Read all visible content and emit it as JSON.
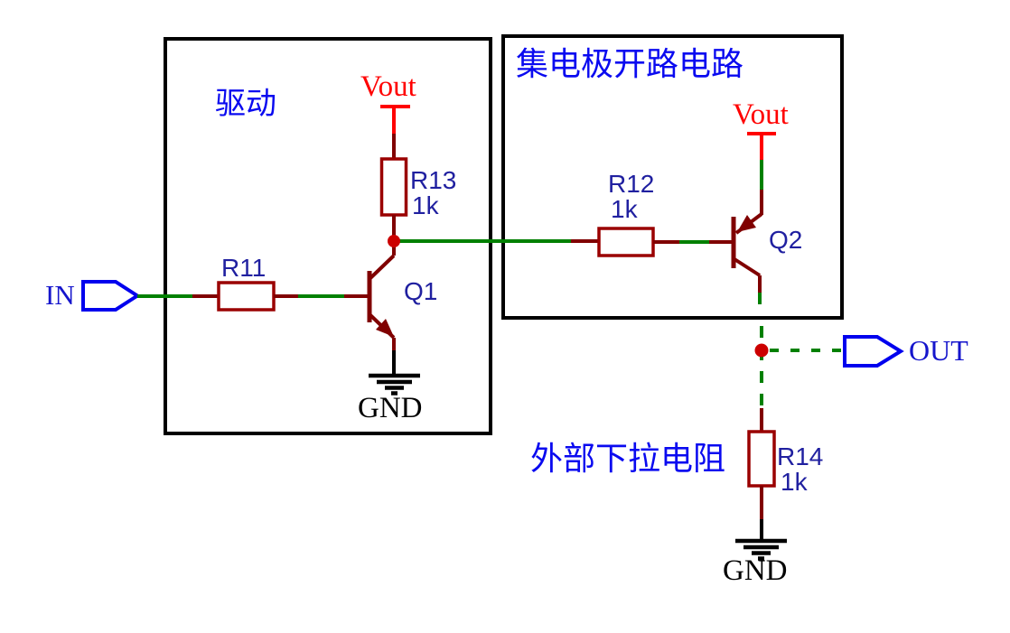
{
  "palette": {
    "wire_green": "#008000",
    "component_dark_red": "#800000",
    "resistor_body_red": "#9A0000",
    "junction_red": "#CC0000",
    "net_label_red": "#FF0000",
    "port_outline_blue": "#0000EE",
    "port_text_blue": "#1515CC",
    "ref_label_blue": "#2020A0",
    "annotation_blue": "#0A0AF0",
    "ground_black": "#000000"
  },
  "annotations": {
    "drive_block_title": "驱动",
    "open_collector_block_title": "集电极开路电路",
    "pulldown_note": "外部下拉电阻"
  },
  "ports": {
    "input": {
      "label": "IN"
    },
    "output": {
      "label": "OUT"
    }
  },
  "power_flags": {
    "vout_driver": "Vout",
    "vout_open_collector": "Vout",
    "gnd_driver": "GND",
    "gnd_pulldown": "GND"
  },
  "components": {
    "r11": {
      "ref": "R11"
    },
    "r12": {
      "ref": "R12",
      "value": "1k"
    },
    "r13": {
      "ref": "R13",
      "value": "1k"
    },
    "r14": {
      "ref": "R14",
      "value": "1k"
    },
    "q1": {
      "ref": "Q1",
      "type": "NPN"
    },
    "q2": {
      "ref": "Q2",
      "type": "PNP"
    }
  }
}
